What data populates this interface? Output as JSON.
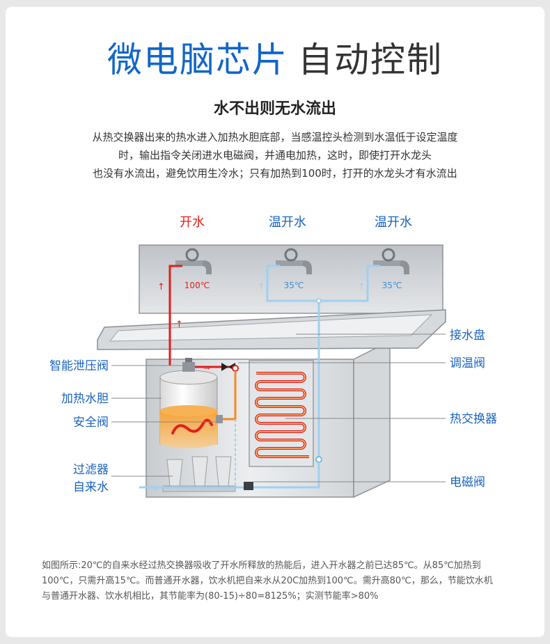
{
  "header": {
    "title_main": "微电脑芯片",
    "title_rest": "自动控制",
    "subtitle": "水不出则无水流出"
  },
  "description": [
    "从热交换器出来的热水进入加热水胆底部，当感温控头检测到水温低于设定温度",
    "时，输出指令关闭进水电磁阀，并通电加热，这时，即使打开水龙头",
    "也没有水流出，避免饮用生冷水；只有加热到100时，打开的水龙头才有水流出"
  ],
  "diagram": {
    "taps": [
      {
        "label": "开水",
        "temp": "100℃"
      },
      {
        "label": "温开水",
        "temp": "35℃"
      },
      {
        "label": "温开水",
        "temp": "35℃"
      }
    ],
    "left_labels": [
      "智能泄压阀",
      "加热水胆",
      "安全阀",
      "过滤器",
      "自来水"
    ],
    "right_labels": [
      "接水盘",
      "调温阀",
      "热交换器",
      "电磁阀"
    ],
    "colors": {
      "hot": "#e0201a",
      "warm": "#f08a24",
      "cold": "#9fd0f2",
      "label_blue": "#1a63c0"
    }
  },
  "footer": [
    "如图所示:20℃的自来水经过热交换器吸收了开水所释放的热能后，进入开水器之前已达85℃。从85℃加热到",
    "100℃，只需升高15℃。而普通开水器，饮水机把自来水从20C加热到100℃。需升高80℃，那么，节能饮水机",
    "与普通开水器、饮水机相比，其节能率为(80-15)÷80=8125%；实测节能率>80%"
  ]
}
